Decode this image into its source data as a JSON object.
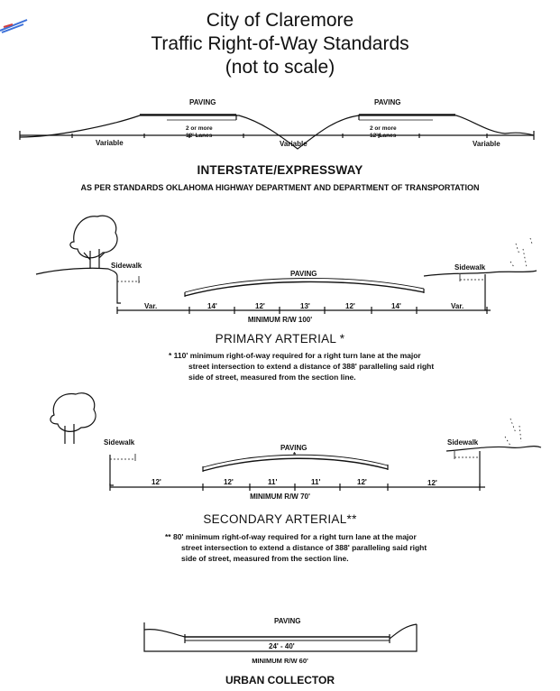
{
  "title": {
    "line1": "City of Claremore",
    "line2": "Traffic Right-of-Way Standards",
    "line3": "(not to scale)"
  },
  "interstate": {
    "paving_left": "PAVING",
    "paving_right": "PAVING",
    "lanes_left": [
      "2 or more",
      "12' Lanes"
    ],
    "lanes_right": [
      "2 or more",
      "12' Lanes"
    ],
    "variable": [
      "Variable",
      "Variable",
      "Variable"
    ],
    "heading": "INTERSTATE/EXPRESSWAY",
    "subheading": "AS PER STANDARDS OKLAHOMA HIGHWAY DEPARTMENT AND DEPARTMENT OF TRANSPORTATION"
  },
  "primary": {
    "sidewalk_left": "Sidewalk",
    "sidewalk_right": "Sidewalk",
    "paving": "PAVING",
    "segments": [
      "Var.",
      "14'",
      "12'",
      "13'",
      "12'",
      "14'",
      "Var."
    ],
    "min_rw": "MINIMUM R/W 100'",
    "heading": "PRIMARY ARTERIAL *",
    "note": [
      "* 110' minimum right-of-way required for a right turn lane at the major",
      "street intersection to extend a distance of 388' paralleling said right",
      "side of street, measured from the section line."
    ]
  },
  "secondary": {
    "sidewalk_left": "Sidewalk",
    "sidewalk_right": "Sidewalk",
    "paving": "PAVING",
    "star": "*",
    "segments": [
      "12'",
      "12'",
      "11'",
      "11'",
      "12'",
      "12'"
    ],
    "min_rw": "MINIMUM R/W 70'",
    "heading": "SECONDARY ARTERIAL**",
    "note": [
      "** 80' minimum right-of-way required for a right turn lane at the major",
      "street intersection to extend a distance of 388' paralleling said right",
      "side of street, measured from the section line."
    ]
  },
  "urban": {
    "paving": "PAVING",
    "width": "24' - 40'",
    "min_rw": "MINIMUM R/W 60'",
    "heading": "URBAN COLLECTOR"
  }
}
